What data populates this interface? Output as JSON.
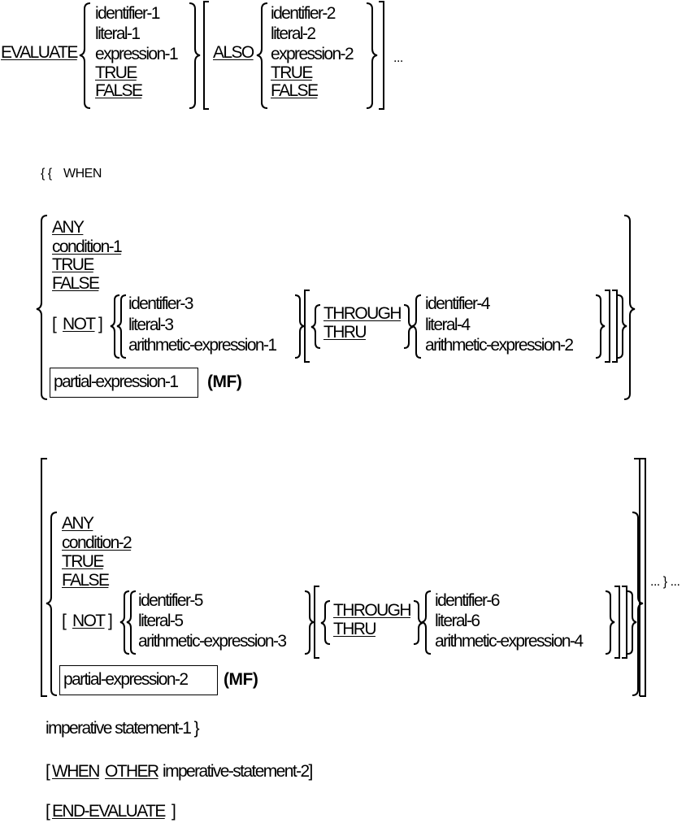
{
  "line1": {
    "keyword": "EVALUATE",
    "subject_choices": [
      "identifier-1",
      "literal-1",
      "expression-1",
      "TRUE",
      "FALSE"
    ],
    "also": "ALSO",
    "also_choices": [
      "identifier-2",
      "literal-2",
      "expression-2",
      "TRUE",
      "FALSE"
    ],
    "ellipsis": "..."
  },
  "when_line": {
    "prefix": "{ {",
    "keyword": "WHEN"
  },
  "block1": {
    "choices": [
      "ANY",
      "condition-1",
      "TRUE",
      "FALSE"
    ],
    "not_open": "[",
    "not": "NOT",
    "not_close": "]",
    "operands_a": [
      "identifier-3",
      "literal-3",
      "arithmetic-expression-1"
    ],
    "through": "THROUGH",
    "thru": "THRU",
    "operands_b": [
      "identifier-4",
      "literal-4",
      "arithmetic-expression-2"
    ],
    "partial": "partial-expression-1",
    "mf": "(MF)"
  },
  "block2": {
    "choices": [
      "ANY",
      "condition-2",
      "TRUE",
      "FALSE"
    ],
    "not_open": "[",
    "not": "NOT",
    "not_close": "]",
    "operands_a": [
      "identifier-5",
      "literal-5",
      "arithmetic-expression-3"
    ],
    "through": "THROUGH",
    "thru": "THRU",
    "operands_b": [
      "identifier-6",
      "literal-6",
      "arithmetic-expression-4"
    ],
    "partial": "partial-expression-2",
    "mf": "(MF)",
    "trailer": "... } ..."
  },
  "imperative": "imperative statement-1 }",
  "when_other": {
    "open": "[",
    "when": "WHEN",
    "other": "OTHER",
    "rest": "imperative-statement-2]"
  },
  "end": {
    "open": "[",
    "keyword": "END-EVALUATE",
    "close": "]"
  }
}
